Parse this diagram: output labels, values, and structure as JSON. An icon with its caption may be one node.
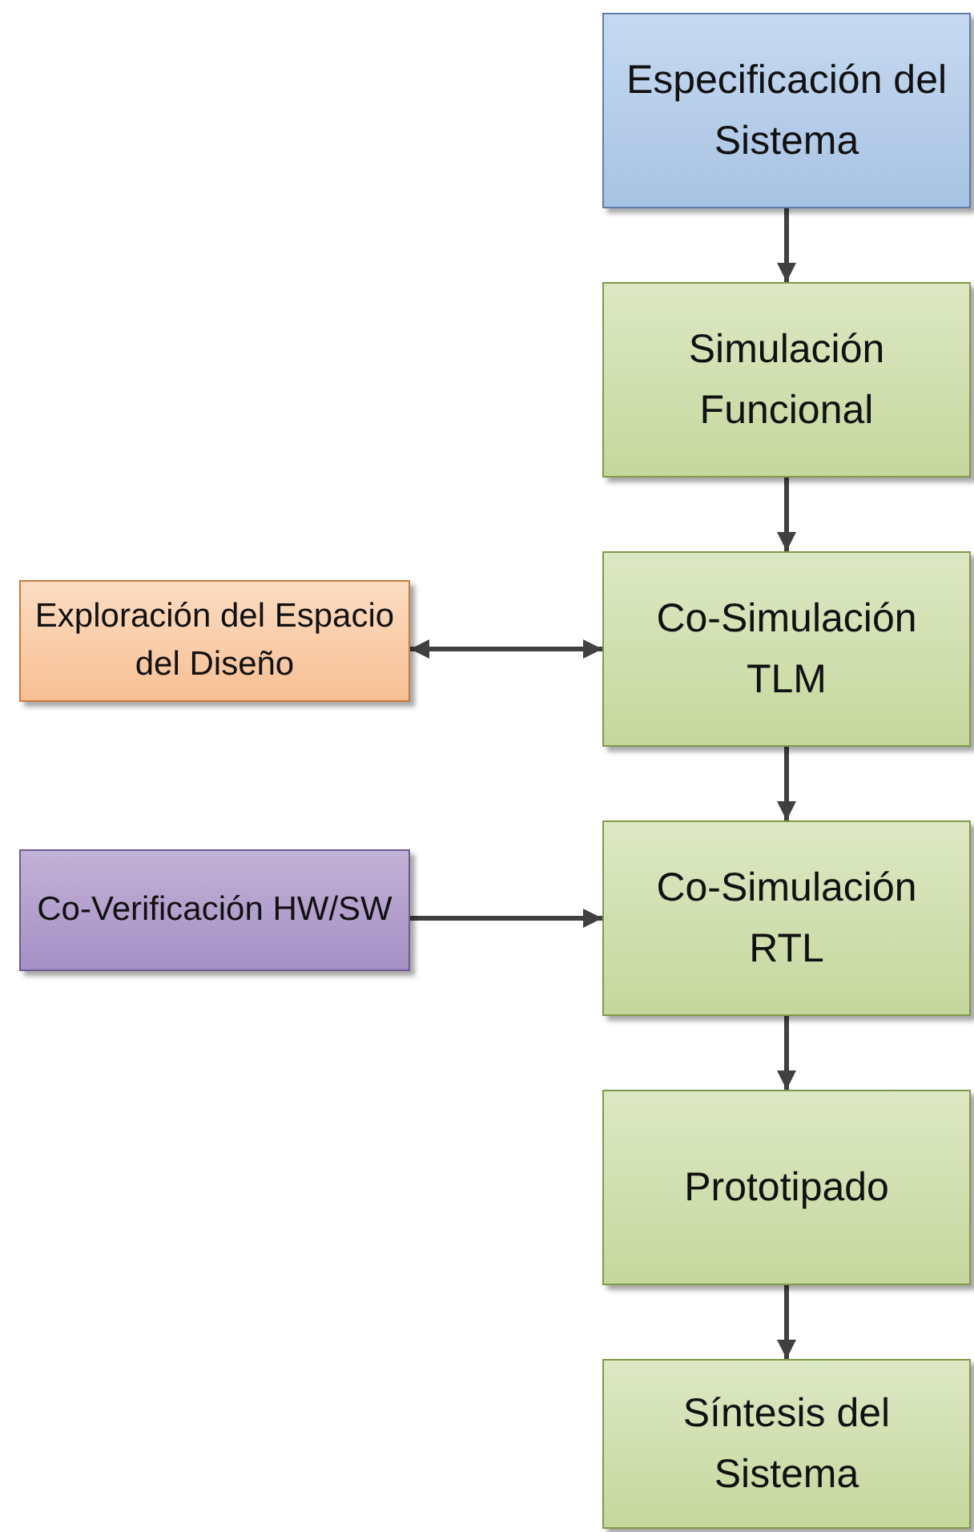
{
  "diagram": {
    "nodes": [
      {
        "text": [
          "Especificación del Sistema"
        ]
      },
      {
        "text": [
          "Simulación Funcional"
        ]
      },
      {
        "text": [
          "Exploración del Espacio del Diseño"
        ]
      },
      {
        "text": [
          "Co-Simulación TLM"
        ]
      },
      {
        "text": [
          "Co-Verificación HW/SW"
        ]
      },
      {
        "text": [
          "Co-Simulación RTL"
        ]
      },
      {
        "text": [
          "Prototipado"
        ]
      },
      {
        "text": [
          "Síntesis del Sistema"
        ]
      }
    ],
    "edges": [
      {
        "from": 0,
        "to": 1,
        "arrow": "to"
      },
      {
        "from": 1,
        "to": 3,
        "arrow": "to"
      },
      {
        "from": 2,
        "to": 3,
        "arrow": "both"
      },
      {
        "from": 3,
        "to": 5,
        "arrow": "to"
      },
      {
        "from": 4,
        "to": 5,
        "arrow": "to"
      },
      {
        "from": 5,
        "to": 6,
        "arrow": "to"
      },
      {
        "from": 6,
        "to": 7,
        "arrow": "to"
      }
    ]
  }
}
